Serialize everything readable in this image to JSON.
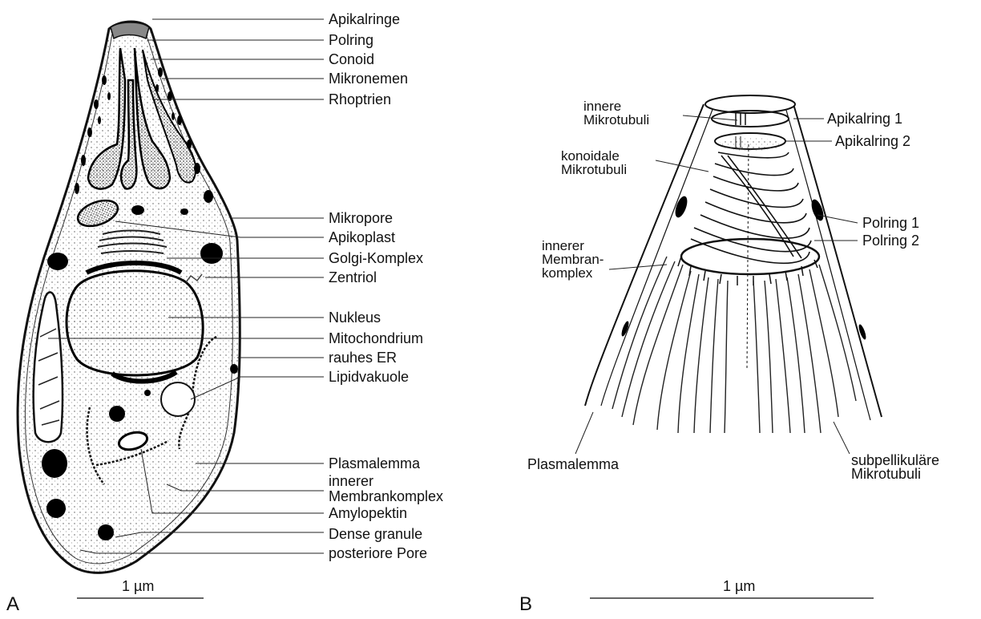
{
  "panel_a": {
    "panel_letter": "A",
    "scale_label": "1 µm",
    "labels": {
      "apikalringe": "Apikalringe",
      "polring": "Polring",
      "conoid": "Conoid",
      "mikronemen": "Mikronemen",
      "rhoptrien": "Rhoptrien",
      "mikropore": "Mikropore",
      "apikoplast": "Apikoplast",
      "golgi": "Golgi-Komplex",
      "zentriol": "Zentriol",
      "nukleus": "Nukleus",
      "mitochondrium": "Mitochondrium",
      "rauhes_er": "rauhes ER",
      "lipidvakuole": "Lipidvakuole",
      "plasmalemma": "Plasmalemma",
      "innerer": "innerer",
      "membrankomplex": "Membrankomplex",
      "amylopektin": "Amylopektin",
      "dense_granule": "Dense granule",
      "posteriore_pore": "posteriore Pore"
    }
  },
  "panel_b": {
    "panel_letter": "B",
    "scale_label": "1 µm",
    "labels": {
      "innere_mikrotubuli": "innere\nMikrotubuli",
      "konoidale_mikrotubuli": "konoidale\nMikrotubuli",
      "innerer_membrankomplex": "innerer\nMembran-\nkomplex",
      "plasmalemma": "Plasmalemma",
      "apikalring_1": "Apikalring 1",
      "apikalring_2": "Apikalring 2",
      "polring_1": "Polring 1",
      "polring_2": "Polring 2",
      "subpellikulaere": "subpellikuläre\nMikrotubuli"
    }
  }
}
